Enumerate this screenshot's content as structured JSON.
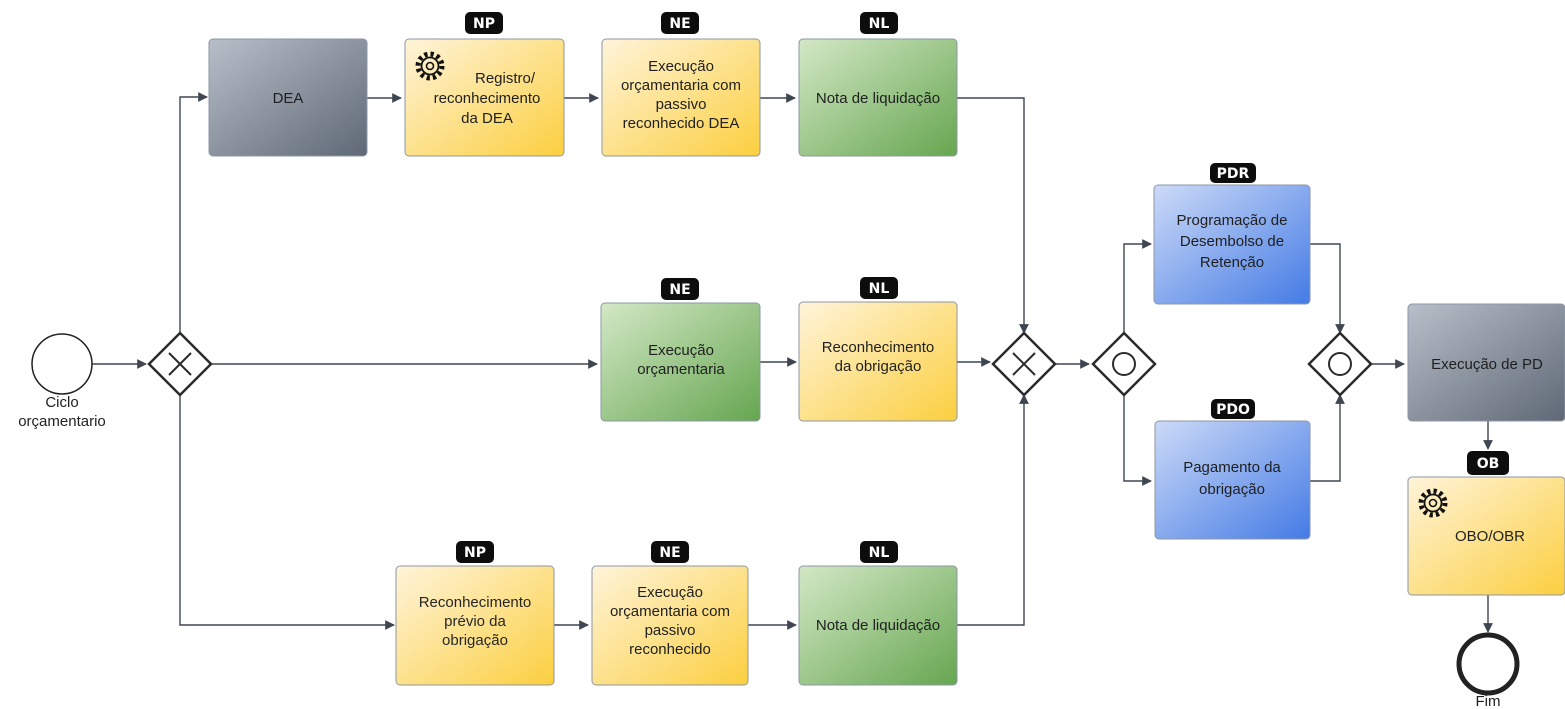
{
  "start_event": {
    "label": [
      "Ciclo",
      "orçamentario"
    ]
  },
  "end_event": {
    "label": [
      "Fim"
    ]
  },
  "tasks": {
    "dea": {
      "lines": [
        "DEA"
      ],
      "tag": ""
    },
    "registro_dea": {
      "lines": [
        "Registro/",
        "reconhecimento",
        "da DEA"
      ],
      "tag": "NP",
      "icon": "gear-icon"
    },
    "exec_passivo_dea": {
      "lines": [
        "Execução",
        "orçamentaria com",
        "passivo",
        "reconhecido DEA"
      ],
      "tag": "NE"
    },
    "nota_liq_top": {
      "lines": [
        "Nota de liquidação"
      ],
      "tag": "NL"
    },
    "exec_orc": {
      "lines": [
        "Execução",
        "orçamentaria"
      ],
      "tag": "NE"
    },
    "reconhecimento_obrig": {
      "lines": [
        "Reconhecimento",
        "da obrigação"
      ],
      "tag": "NL"
    },
    "reconhecimento_previo": {
      "lines": [
        "Reconhecimento",
        "prévio da",
        "obrigação"
      ],
      "tag": "NP"
    },
    "exec_passivo": {
      "lines": [
        "Execução",
        "orçamentaria com",
        "passivo",
        "reconhecido"
      ],
      "tag": "NE"
    },
    "nota_liq_bottom": {
      "lines": [
        "Nota de liquidação"
      ],
      "tag": "NL"
    },
    "programacao_desembolso": {
      "lines": [
        "Programação de",
        "Desembolso de",
        "Retenção"
      ],
      "tag": "PDR"
    },
    "pagamento_obrig": {
      "lines": [
        "Pagamento da",
        "obrigação"
      ],
      "tag": "PDO"
    },
    "execucao_pd": {
      "lines": [
        "Execução de PD"
      ],
      "tag": ""
    },
    "obo_obr": {
      "lines": [
        "OBO/OBR"
      ],
      "tag": "OB",
      "icon": "gear-icon"
    }
  },
  "colors": {
    "gray": "#6f7886",
    "gray_light": "#b8bfc9",
    "yellow": "#fbd34d",
    "yellow_light": "#fff3d6",
    "green": "#6fae5a",
    "green_light": "#cfe5c2",
    "blue": "#4a7fe6",
    "blue_light": "#c9d8f6",
    "tag_bg": "#0d0d0d",
    "line": "#3f4652"
  }
}
